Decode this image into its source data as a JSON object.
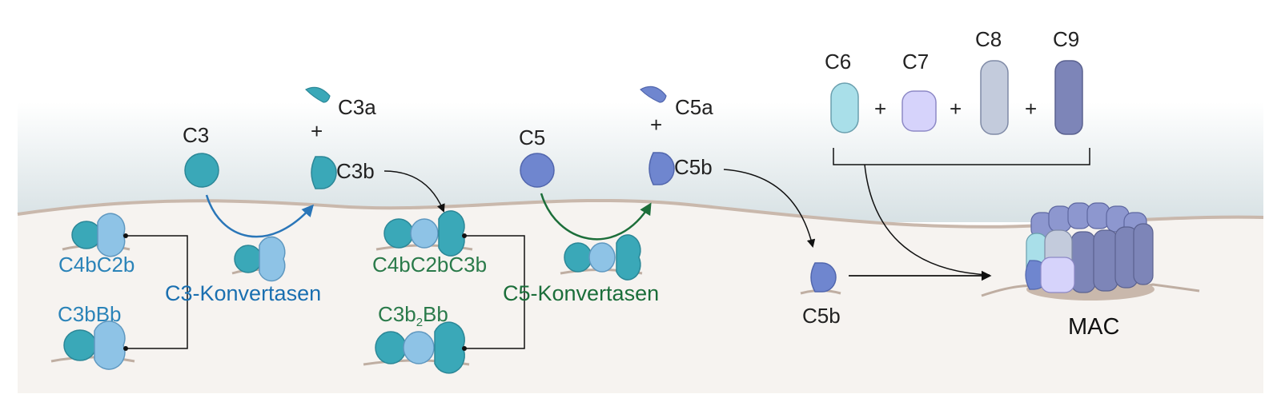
{
  "labels": {
    "c3": "C3",
    "c3a": "C3a",
    "c3b": "C3b",
    "plus_c3": "+",
    "c5": "C5",
    "c5a": "C5a",
    "c5b": "C5b",
    "plus_c5": "+",
    "c5b_free": "C5b",
    "c6": "C6",
    "c7": "C7",
    "c8": "C8",
    "c9": "C9",
    "plus_1": "+",
    "plus_2": "+",
    "plus_3": "+",
    "mac": "MAC"
  },
  "convertases": {
    "c3": {
      "title": "C3-Konvertasen",
      "classical": "C4bC2b",
      "alternative": "C3bBb"
    },
    "c5": {
      "title": "C5-Konvertasen",
      "classical": "C4bC2bC3b",
      "alternative_main": "C3b",
      "alternative_sub": "2",
      "alternative_end": "Bb"
    }
  },
  "colors": {
    "background_gradient_top": "#ffffff",
    "background_gradient_bottom": "#dde6e9",
    "membrane_fill": "#f6f3f0",
    "membrane_line": "#c9b8ac",
    "c3_protein": "#3aa8b8",
    "c3_light": "#8ec3e6",
    "c5_protein": "#6f86cf",
    "c6": "#a9dfe9",
    "c7": "#d6d3fb",
    "c8": "#c3cbdc",
    "c9": "#7d85b8",
    "c3_arrow": "#2a76b8",
    "c5_arrow": "#1c6e3a"
  },
  "icons": [
    "c3-molecule",
    "c3a-fragment",
    "c3b-fragment",
    "c5-molecule",
    "c5a-fragment",
    "c5b-fragment",
    "mac-pore"
  ]
}
